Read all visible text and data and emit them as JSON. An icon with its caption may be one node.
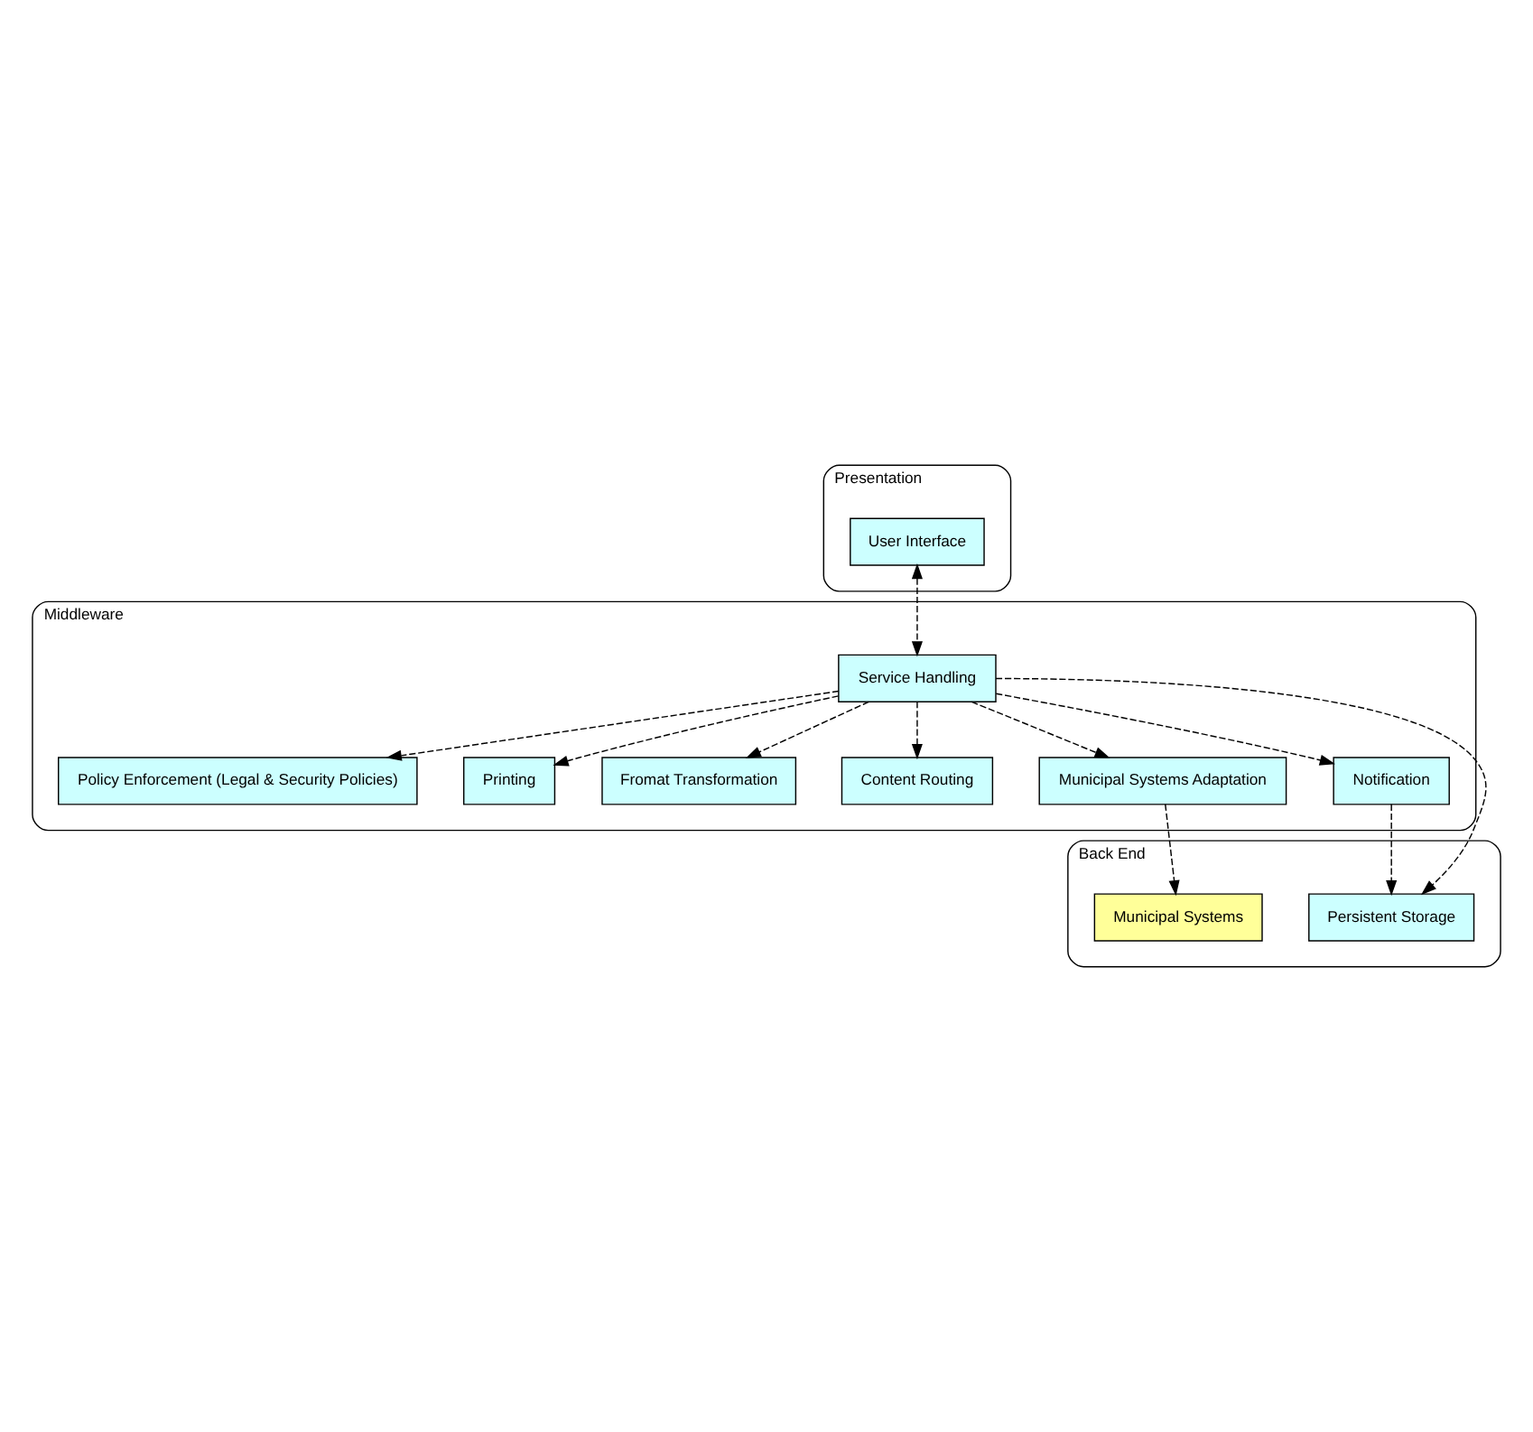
{
  "diagram": {
    "nodes": [
      {
        "text": [
          "Presentation"
        ]
      },
      {
        "text": [
          "User Interface"
        ],
        "in": 0
      },
      {
        "text": [
          "Middleware"
        ]
      },
      {
        "text": [
          "Policy Enforcement (Legal & Security Policies)"
        ],
        "in": 2
      },
      {
        "text": [
          "Service Handling"
        ],
        "in": 2
      },
      {
        "text": [
          "Printing"
        ],
        "in": 2
      },
      {
        "text": [
          "Fromat Transformation"
        ],
        "in": 2
      },
      {
        "text": [
          "Content Routing"
        ],
        "in": 2
      },
      {
        "text": [
          "Municipal Systems Adaptation"
        ],
        "in": 2
      },
      {
        "text": [
          "Notification"
        ],
        "in": 2
      },
      {
        "text": [
          "Back End"
        ]
      },
      {
        "text": [
          "Municipal Systems"
        ],
        "in": 10
      },
      {
        "text": [
          "Persistent Storage"
        ],
        "in": 10
      }
    ],
    "edges": [
      {
        "from": 1,
        "to": 4,
        "arrow": "both",
        "style": "dashed"
      },
      {
        "from": 4,
        "to": 3,
        "arrow": "to",
        "style": "dashed"
      },
      {
        "from": 4,
        "to": 5,
        "arrow": "to",
        "style": "dashed"
      },
      {
        "from": 4,
        "to": 6,
        "arrow": "to",
        "style": "dashed"
      },
      {
        "from": 4,
        "to": 7,
        "arrow": "to",
        "style": "dashed"
      },
      {
        "from": 4,
        "to": 8,
        "arrow": "to",
        "style": "dashed"
      },
      {
        "from": 4,
        "to": 12,
        "arrow": "to",
        "style": "dashed"
      },
      {
        "from": 4,
        "to": 9,
        "arrow": "to",
        "style": "dashed"
      },
      {
        "from": 8,
        "to": 11,
        "arrow": "to",
        "style": "dashed"
      },
      {
        "from": 9,
        "to": 12,
        "arrow": "to",
        "style": "dashed"
      }
    ]
  }
}
